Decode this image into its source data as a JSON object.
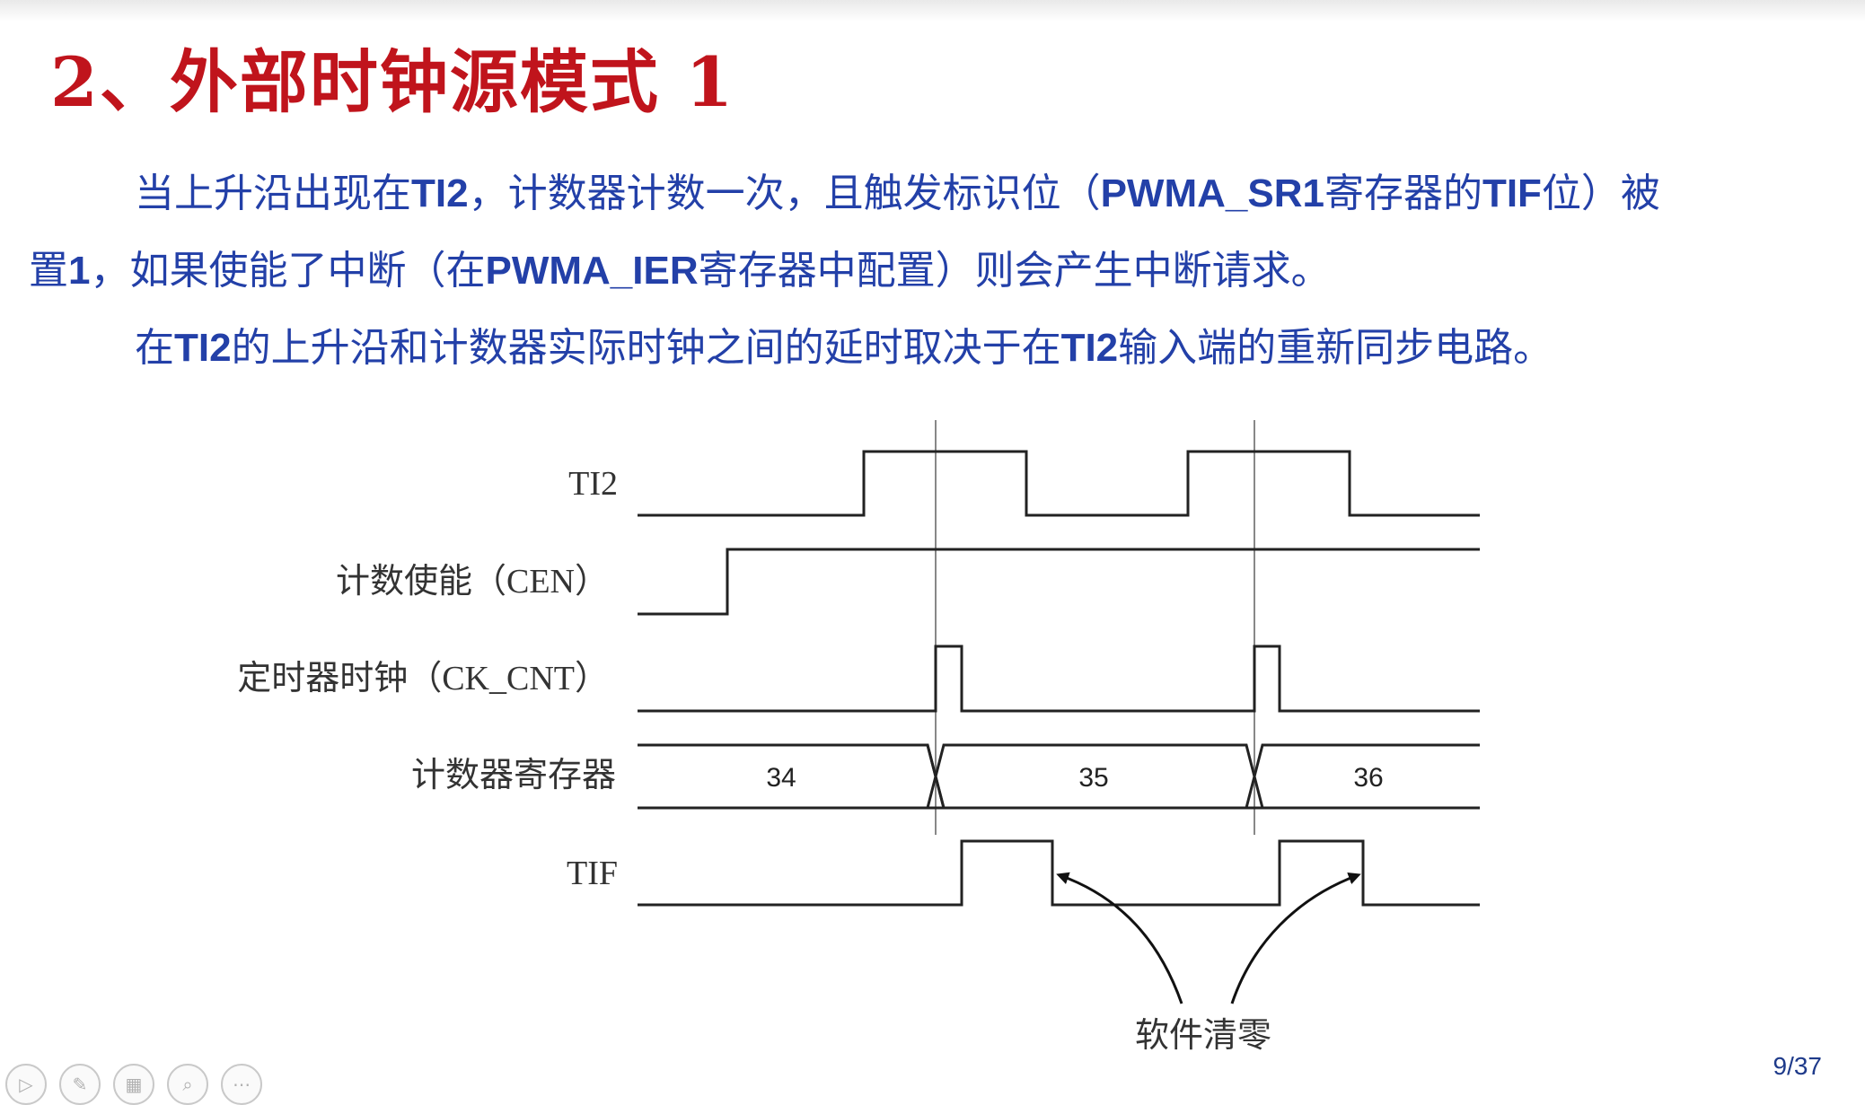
{
  "slide": {
    "title": "2、外部时钟源模式 1",
    "page": "9/37"
  },
  "paragraphs": {
    "p1": [
      "当上升沿出现在",
      "TI2",
      "，计数器计数一次，且触发标识位（",
      "PWMA_SR1",
      "寄存器的",
      "TIF",
      "位）被"
    ],
    "p2": [
      "置",
      "1",
      "，如果使能了中断（在",
      "PWMA_IER",
      "寄存器中配置）则会产生中断请求。"
    ],
    "p3": [
      "在",
      "TI2",
      "的上升沿和计数器实际时钟之间的延时取决于在",
      "TI2",
      "输入端的重新同步电路。"
    ]
  },
  "diagram": {
    "signals": [
      "TI2",
      "计数使能（CEN）",
      "定时器时钟（CK_CNT）",
      "计数器寄存器",
      "TIF"
    ],
    "counter_values": [
      "34",
      "35",
      "36"
    ],
    "annotation": "软件清零"
  },
  "toolbar": {
    "icons": [
      "play-icon",
      "pen-icon",
      "slides-icon",
      "zoom-icon",
      "more-icon"
    ]
  },
  "colors": {
    "title": "#c0141c",
    "text": "#2340a8",
    "waveform": "#222222",
    "guide": "#888888"
  }
}
